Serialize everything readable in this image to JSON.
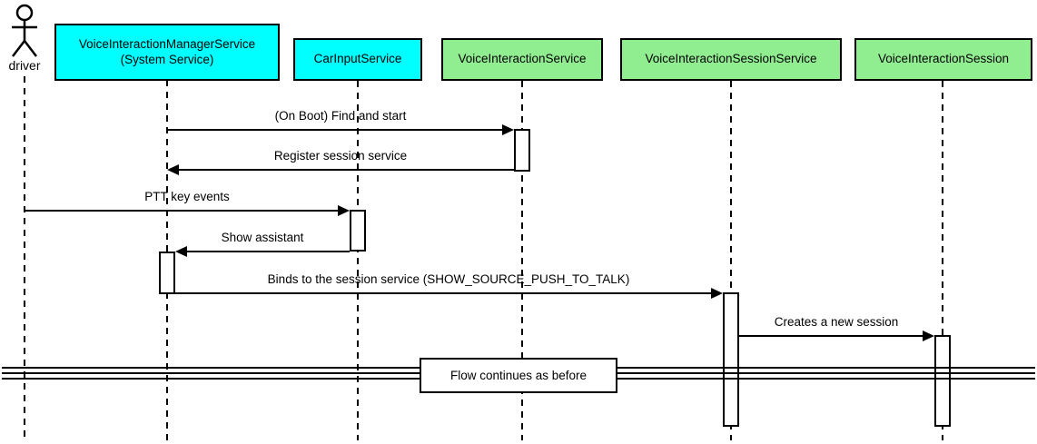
{
  "diagram": {
    "type": "uml-sequence-diagram",
    "actor": {
      "label": "driver"
    },
    "participants": [
      {
        "id": "voice-interaction-manager-service",
        "label": "VoiceInteractionManagerService\n(System Service)",
        "fill": "#00ffff"
      },
      {
        "id": "car-input-service",
        "label": "CarInputService",
        "fill": "#00ffff"
      },
      {
        "id": "voice-interaction-service",
        "label": "VoiceInteractionService",
        "fill": "#90ee90"
      },
      {
        "id": "voice-interaction-session-service",
        "label": "VoiceInteractionSessionService",
        "fill": "#90ee90"
      },
      {
        "id": "voice-interaction-session",
        "label": "VoiceInteractionSession",
        "fill": "#90ee90"
      }
    ],
    "messages": [
      {
        "label": "(On Boot) Find and start",
        "from": "VoiceInteractionManagerService",
        "to": "VoiceInteractionService",
        "direction": "right"
      },
      {
        "label": "Register session service",
        "from": "VoiceInteractionService",
        "to": "VoiceInteractionManagerService",
        "direction": "left"
      },
      {
        "label": "PTT key events",
        "from": "driver",
        "to": "CarInputService",
        "direction": "right"
      },
      {
        "label": "Show assistant",
        "from": "CarInputService",
        "to": "VoiceInteractionManagerService",
        "direction": "left"
      },
      {
        "label": "Binds to the session service (SHOW_SOURCE_PUSH_TO_TALK)",
        "from": "VoiceInteractionManagerService",
        "to": "VoiceInteractionSessionService",
        "direction": "right"
      },
      {
        "label": "Creates a new session",
        "from": "VoiceInteractionSessionService",
        "to": "VoiceInteractionSession",
        "direction": "right"
      }
    ],
    "divider": {
      "label": "Flow continues as before"
    },
    "colors": {
      "cyan_participant": "#00ffff",
      "green_participant": "#90ee90",
      "line": "#000000",
      "background": "#ffffff"
    }
  }
}
